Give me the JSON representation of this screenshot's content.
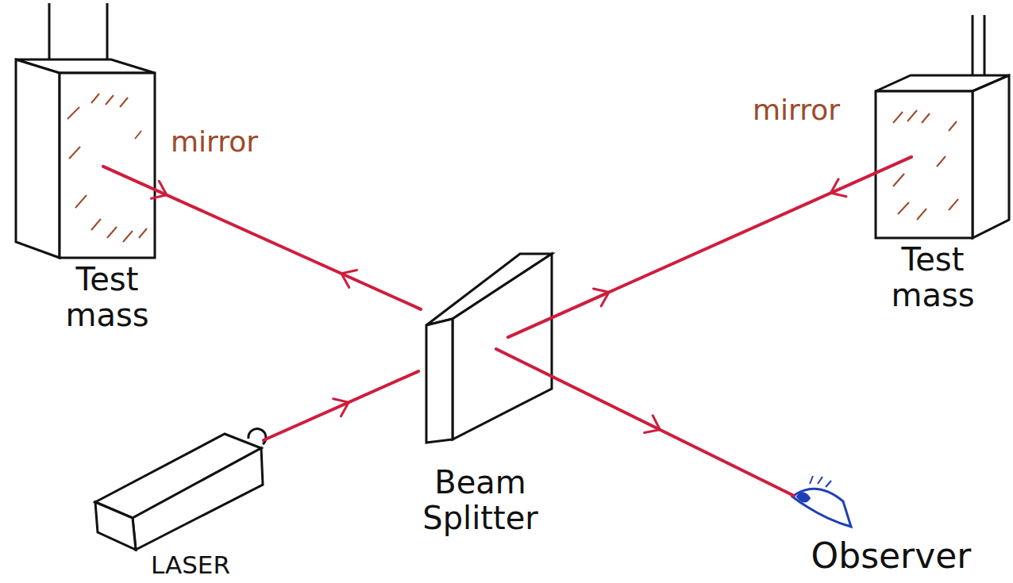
{
  "diagram": {
    "nodes": [
      {
        "text": [
          "Test mass"
        ]
      },
      {
        "text": [
          "Test mass"
        ]
      },
      {
        "text": [
          "Beam Splitter"
        ]
      },
      {
        "text": [
          "LASER"
        ]
      },
      {
        "text": [
          "Observer"
        ]
      }
    ],
    "edges": [
      {
        "from": 3,
        "to": 2,
        "arrow": "to"
      },
      {
        "from": 2,
        "to": 0,
        "arrow": "both"
      },
      {
        "from": 2,
        "to": 1,
        "arrow": "both"
      },
      {
        "from": 2,
        "to": 4,
        "arrow": "to"
      }
    ],
    "labels": [
      "mirror",
      "mirror"
    ]
  }
}
